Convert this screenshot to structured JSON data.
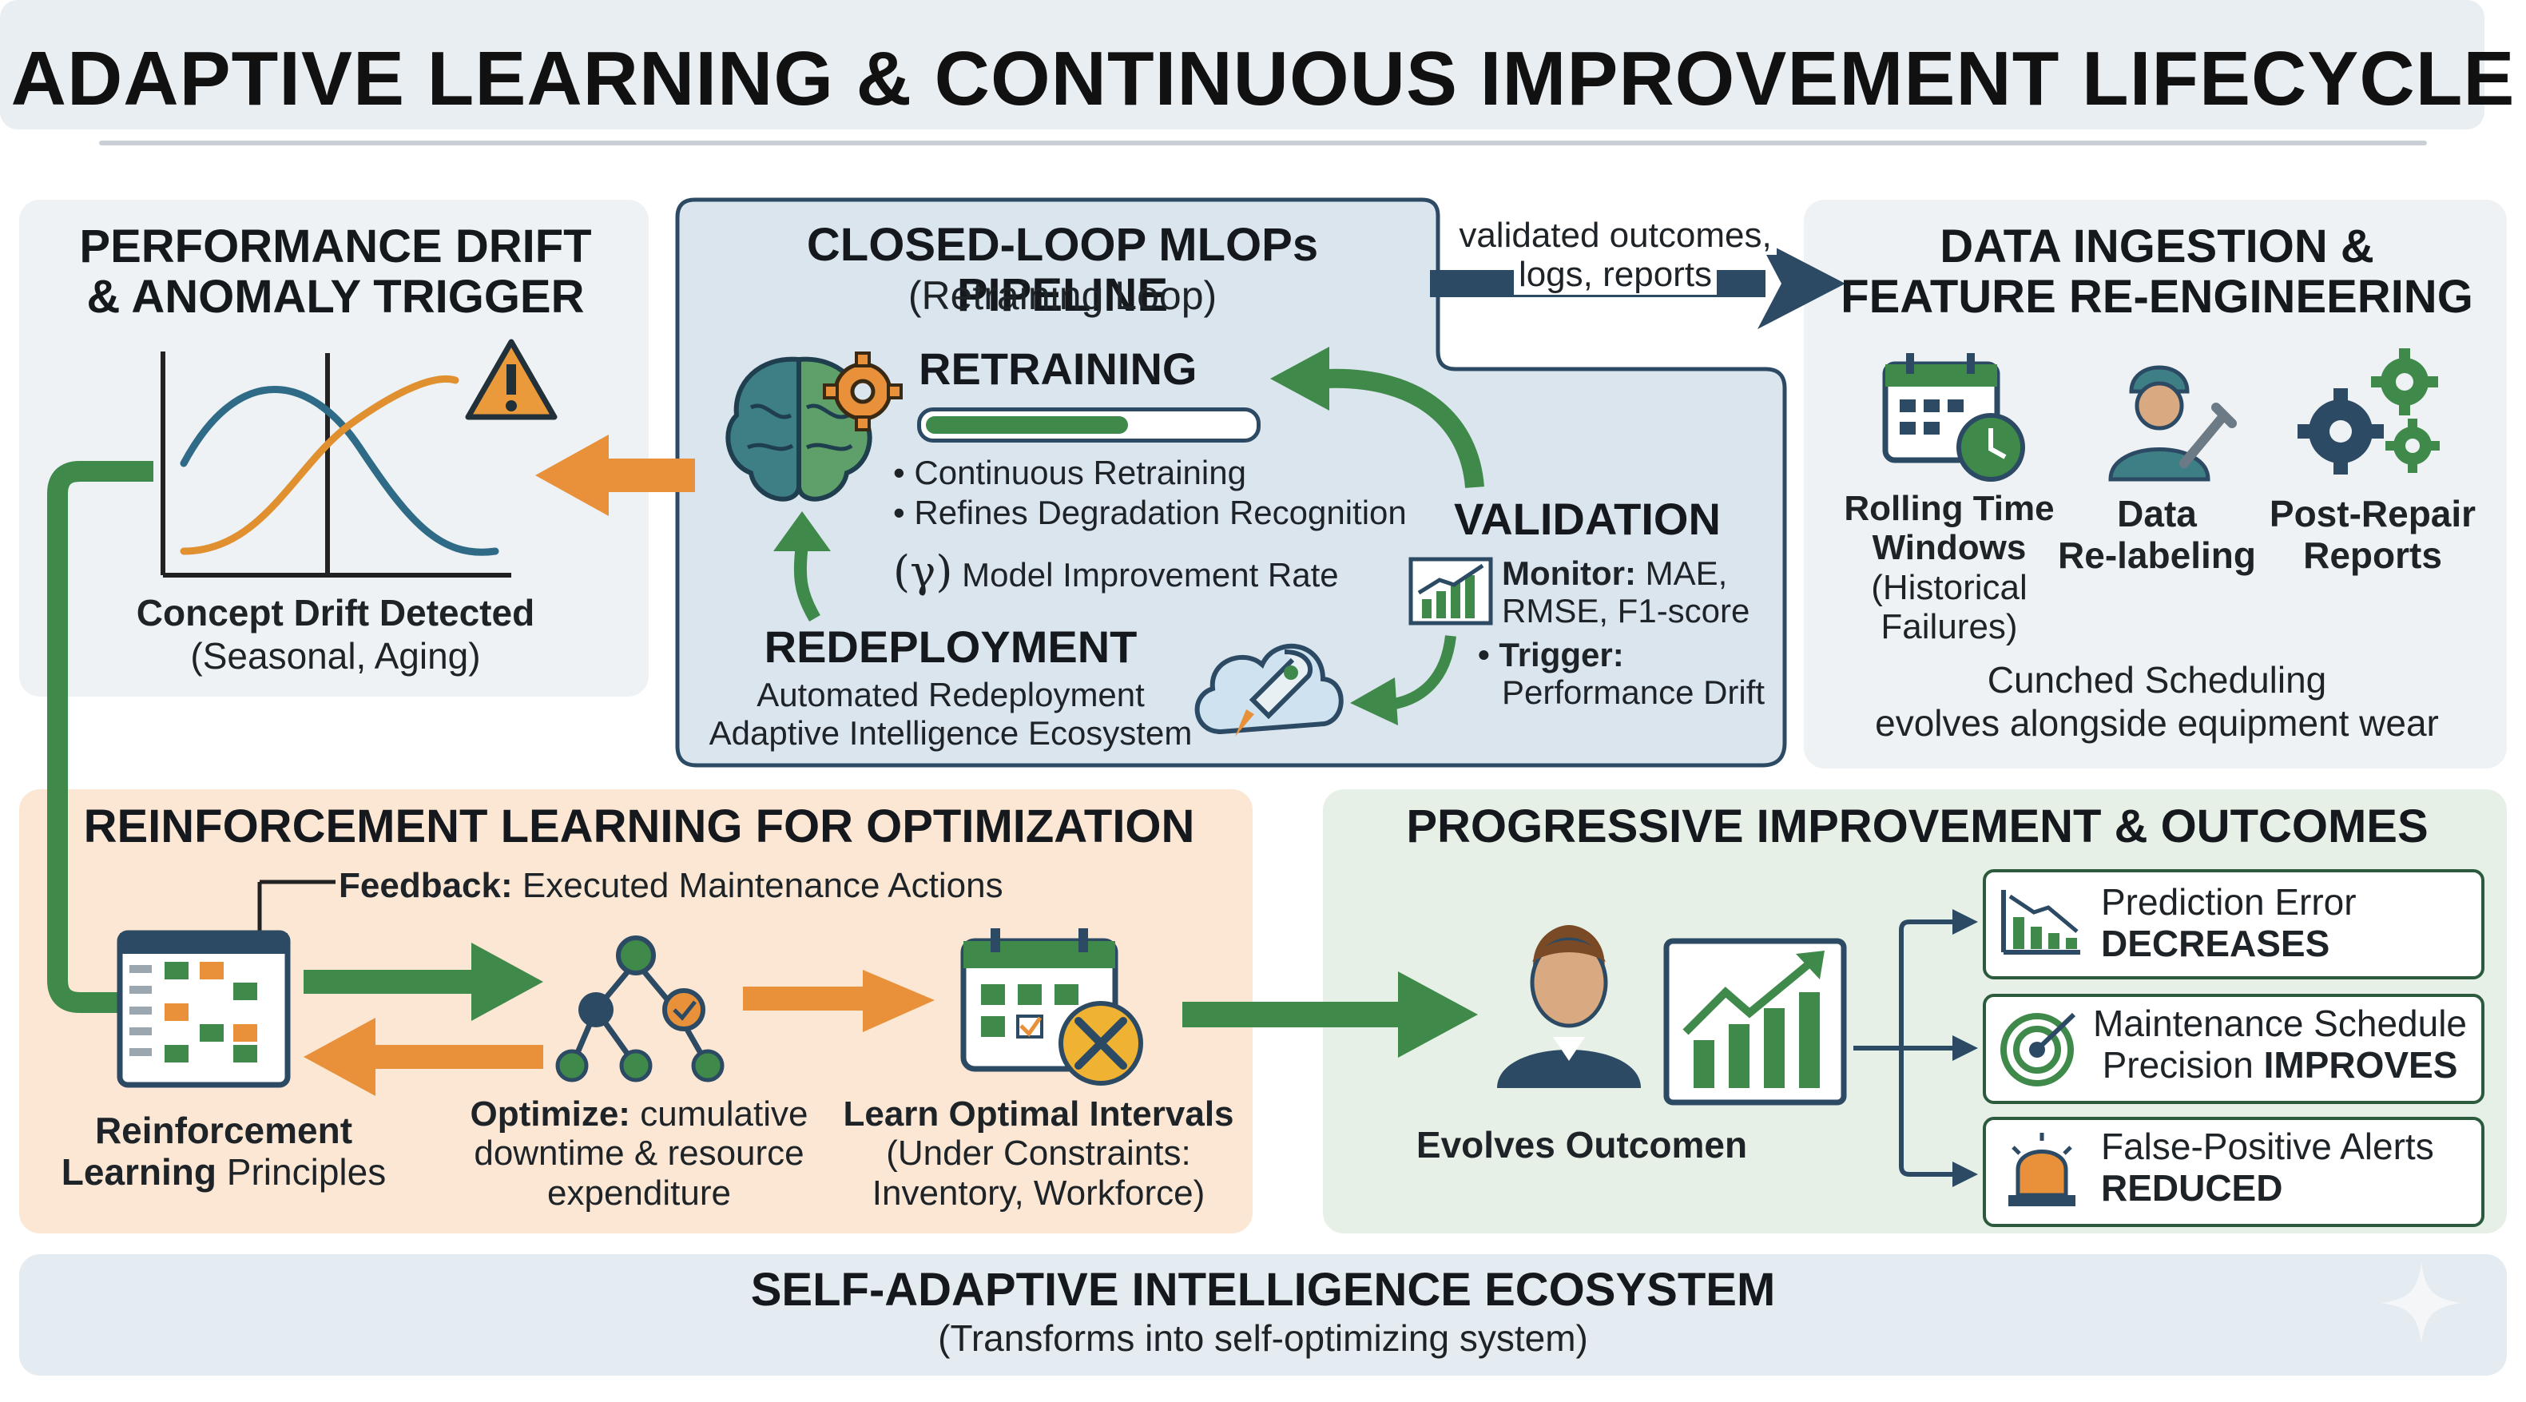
{
  "title": "ADAPTIVE LEARNING & CONTINUOUS IMPROVEMENT LIFECYCLE",
  "colors": {
    "green": "#3f8a4a",
    "orange": "#e8913a",
    "navy": "#2c4a63",
    "teal": "#3e7f86",
    "dark_green": "#2b5a3c"
  },
  "drift": {
    "title_l1": "PERFORMANCE DRIFT",
    "title_l2": "& ANOMALY TRIGGER",
    "caption": "Concept Drift Detected",
    "subcaption": "(Seasonal, Aging)",
    "icon": "warning-icon"
  },
  "pipeline": {
    "title": "CLOSED-LOOP MLOPs PIPELINE",
    "subtitle": "(Retraining Loop)",
    "arrow_label_l1": "validated outcomes,",
    "arrow_label_l2": "logs, reports",
    "retraining": {
      "title": "RETRAINING",
      "progress": 0.62,
      "bullet1": "• Continuous Retraining",
      "bullet2": "• Refines Degradation Recognition",
      "rate_symbol": "(γ)",
      "rate_label": "Model Improvement Rate"
    },
    "validation": {
      "title": "VALIDATION",
      "monitor_key": "Monitor:",
      "monitor_val_l1": "MAE,",
      "monitor_val_l2": "RMSE, F1-score",
      "trigger_key": "• Trigger:",
      "trigger_val": "Performance Drift"
    },
    "redeployment": {
      "title": "REDEPLOYMENT",
      "line1": "Automated Redeployment",
      "line2": "Adaptive Intelligence Ecosystem"
    }
  },
  "ingestion": {
    "title_l1": "DATA INGESTION &",
    "title_l2": "FEATURE RE-ENGINEERING",
    "item1_l1": "Rolling Time",
    "item1_l2": "Windows",
    "item1_l3": "(Historical",
    "item1_l4": "Failures)",
    "item2_l1": "Data",
    "item2_l2": "Re-labeling",
    "item3_l1": "Post-Repair",
    "item3_l2": "Reports",
    "footer_l1": "Cunched Scheduling",
    "footer_l2": "evolves alongside equipment wear"
  },
  "rl": {
    "title": "REINFORCEMENT LEARNING FOR OPTIMIZATION",
    "feedback_key": "Feedback:",
    "feedback_val": "Executed Maintenance Actions",
    "item1_l1": "Reinforcement",
    "item1_l2_bold": "Learning",
    "item1_l2_rest": "Principles",
    "item2_key": "Optimize:",
    "item2_l1_rest": "cumulative",
    "item2_l2": "downtime & resource",
    "item2_l3": "expenditure",
    "item3_l1": "Learn Optimal Intervals",
    "item3_l2": "(Under Constraints:",
    "item3_l3": "Inventory, Workforce)"
  },
  "outcomes": {
    "title": "PROGRESSIVE IMPROVEMENT & OUTCOMES",
    "person_caption": "Evolves Outcomen",
    "card1_l1": "Prediction Error",
    "card1_l2": "DECREASES",
    "card2_l1": "Maintenance Schedule",
    "card2_l2_rest": "Precision",
    "card2_l2_bold": "IMPROVES",
    "card3_l1": "False-Positive Alerts",
    "card3_l2": "REDUCED"
  },
  "footer": {
    "title": "SELF-ADAPTIVE INTELLIGENCE ECOSYSTEM",
    "subtitle": "(Transforms into self-optimizing system)"
  }
}
